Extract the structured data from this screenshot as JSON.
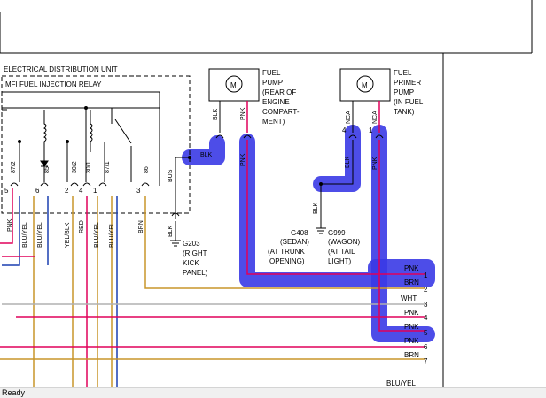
{
  "status_bar": {
    "text": "Ready"
  },
  "diagram": {
    "edu_title": "ELECTRICAL DISTRIBUTION UNIT",
    "relay_title": "MFI FUEL INJECTION RELAY",
    "fuel_pump": {
      "symbol": "M",
      "label_lines": [
        "FUEL",
        "PUMP",
        "(REAR OF",
        "ENGINE",
        "COMPART-",
        "MENT)"
      ]
    },
    "primer_pump": {
      "symbol": "M",
      "label_lines": [
        "FUEL",
        "PRIMER",
        "PUMP",
        "(IN FUEL",
        "TANK)"
      ]
    },
    "relay_pins": [
      {
        "num": "5",
        "label": "87/2"
      },
      {
        "num": "6",
        "label": "85"
      },
      {
        "num": "2",
        "label": "30/2"
      },
      {
        "num": "4",
        "label": "30/1"
      },
      {
        "num": "1",
        "label": "87/1"
      },
      {
        "num": "3",
        "label": "86"
      }
    ],
    "relay_wires": [
      "PNK",
      "BLU/YEL",
      "BLU/YEL",
      "YEL/BLK",
      "RED",
      "BLU/YEL",
      "BLU/YEL",
      "BRN"
    ],
    "wire_labels": {
      "blk_bus": "BLK",
      "bus": "BUS",
      "blk_ground": "BLK",
      "fp_left": "BLK",
      "fp_right": "PNK",
      "pnk_route": "PNK",
      "pp_left_pin": "NCA",
      "pp_right_pin": "NCA",
      "pp_left_num": "4",
      "pp_right_num": "1",
      "blk_route": "BLK",
      "pnk_route2": "PNK",
      "blk_down": "BLK"
    },
    "g203": [
      "G203",
      "(RIGHT",
      "KICK",
      "PANEL)"
    ],
    "g408": [
      "G408",
      "(SEDAN)",
      "(AT TRUNK",
      "OPENING)"
    ],
    "g999": [
      "G999",
      "(WAGON)",
      "(AT TAIL",
      "LIGHT)"
    ],
    "connector_rows": [
      {
        "label": "PNK",
        "num": "1"
      },
      {
        "label": "BRN",
        "num": "2"
      },
      {
        "label": "WHT",
        "num": "3"
      },
      {
        "label": "PNK",
        "num": "4"
      },
      {
        "label": "PNK",
        "num": "5"
      },
      {
        "label": "PNK",
        "num": "6"
      },
      {
        "label": "BRN",
        "num": "7"
      }
    ],
    "bottom_label": "BLU/YEL",
    "highlight_color": "#3a3ae6",
    "wire_colors": {
      "pink": "#e0005a",
      "brown": "#c8962a",
      "gray": "#b0b0b0",
      "blue": "#1a3fb0"
    }
  }
}
